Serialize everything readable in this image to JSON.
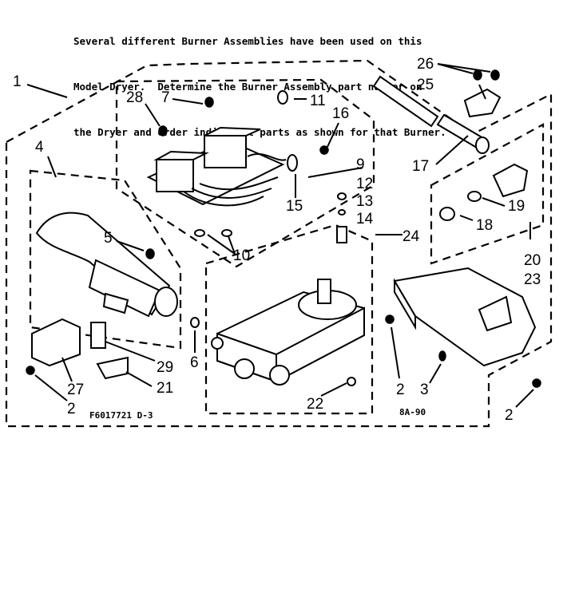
{
  "header": {
    "line1": "Several different Burner Assemblies have been used on this",
    "line2": "Model Dryer.  Determine the Burner Assembly part number on",
    "line3": "the Dryer and order individual parts as shown for that Burner."
  },
  "callouts": {
    "c1": "1",
    "c2a": "2",
    "c2b": "2",
    "c2c": "2",
    "c3": "3",
    "c4": "4",
    "c5": "5",
    "c6": "6",
    "c7": "7",
    "c9": "9",
    "c10": "10",
    "c11": "11",
    "c12": "12",
    "c13": "13",
    "c14": "14",
    "c15": "15",
    "c16": "16",
    "c17": "17",
    "c18": "18",
    "c19": "19",
    "c20": "20",
    "c21": "21",
    "c22": "22",
    "c23": "23",
    "c24": "24",
    "c25": "25",
    "c26": "26",
    "c27": "27",
    "c28": "28",
    "c29": "29"
  },
  "footer": {
    "figure_code": "F6017721  D-3",
    "date_code": "8A-90"
  }
}
